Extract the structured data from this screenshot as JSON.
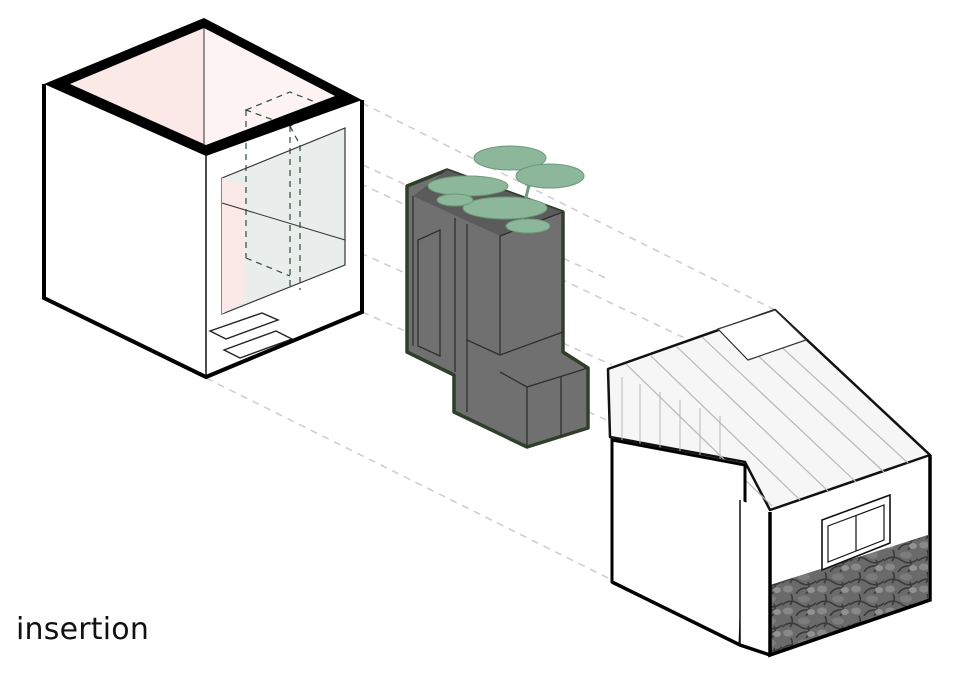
{
  "caption": "insertion",
  "components": [
    {
      "id": "open-frame-box",
      "icon": "open-box-icon"
    },
    {
      "id": "insert-module",
      "icon": "tree-icon"
    },
    {
      "id": "existing-house",
      "icon": "house-icon"
    }
  ],
  "colors": {
    "outline": "#000000",
    "module_fill": "#707070",
    "module_edge": "#33442f",
    "foliage": "#8db79a",
    "inner_pink": "#fae9e7",
    "inner_glass": "#e9eeec",
    "stone": "#5e5e5e",
    "dashed_guides": "#cfcfcf"
  }
}
